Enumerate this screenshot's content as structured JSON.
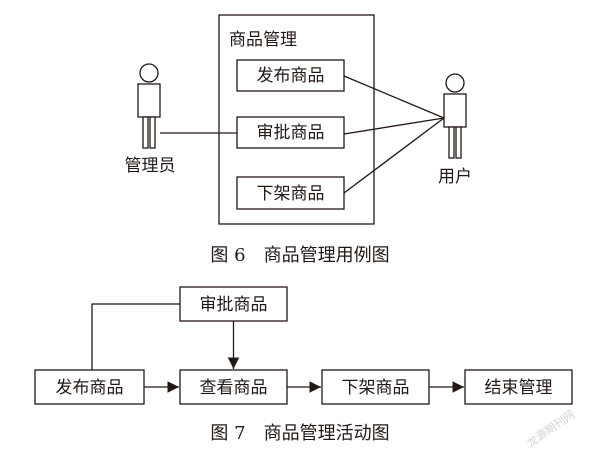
{
  "use_case_diagram": {
    "system_title": "商品管理",
    "use_cases": [
      "发布商品",
      "审批商品",
      "下架商品"
    ],
    "actor_admin": "管理员",
    "actor_user": "用户",
    "caption": "图 6　商品管理用例图"
  },
  "activity_diagram": {
    "approve": "审批商品",
    "publish": "发布商品",
    "view": "查看商品",
    "remove": "下架商品",
    "end": "结束管理",
    "caption": "图 7　商品管理活动图"
  },
  "watermark": "龙源期刊网"
}
